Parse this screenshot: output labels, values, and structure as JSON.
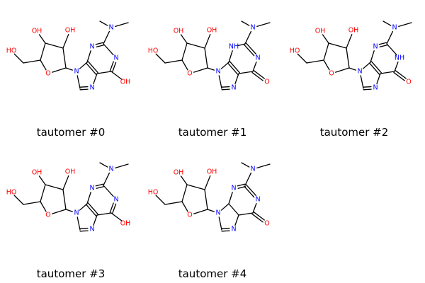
{
  "colors": {
    "carbon": "#000000",
    "nitrogen": "#0000ff",
    "oxygen": "#ff0000"
  },
  "labels": {
    "OH": "OH",
    "HO": "HO",
    "N": "N",
    "NH": "NH",
    "O": "O"
  },
  "molecules": [
    {
      "caption": "tautomer #0",
      "variant": "hydroxy"
    },
    {
      "caption": "tautomer #1",
      "variant": "keto_n1h"
    },
    {
      "caption": "tautomer #2",
      "variant": "keto_n3h"
    },
    {
      "caption": "tautomer #3",
      "variant": "hydroxy"
    },
    {
      "caption": "tautomer #4",
      "variant": "keto"
    }
  ]
}
